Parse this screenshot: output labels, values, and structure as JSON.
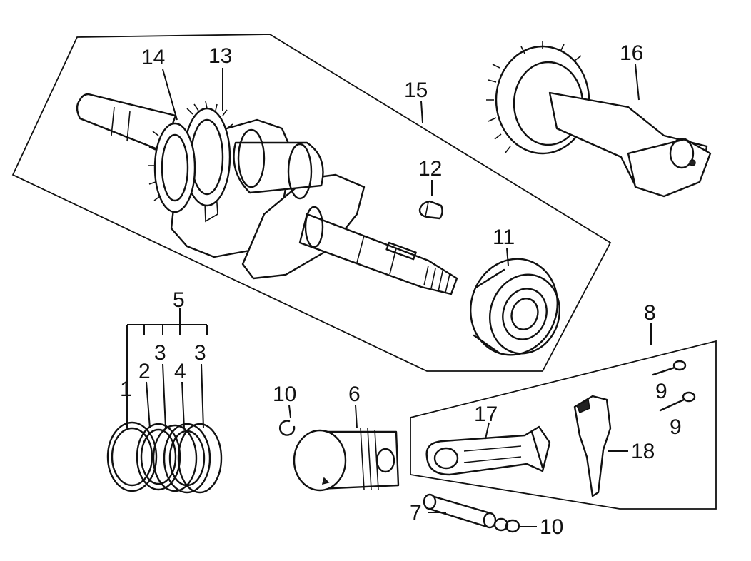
{
  "callouts": {
    "c1": "1",
    "c2": "2",
    "c3a": "3",
    "c3b": "3",
    "c4": "4",
    "c5": "5",
    "c6": "6",
    "c7": "7",
    "c8": "8",
    "c9a": "9",
    "c9b": "9",
    "c10a": "10",
    "c10b": "10",
    "c11": "11",
    "c12": "12",
    "c13": "13",
    "c14": "14",
    "c15": "15",
    "c16": "16",
    "c17": "17",
    "c18": "18"
  }
}
